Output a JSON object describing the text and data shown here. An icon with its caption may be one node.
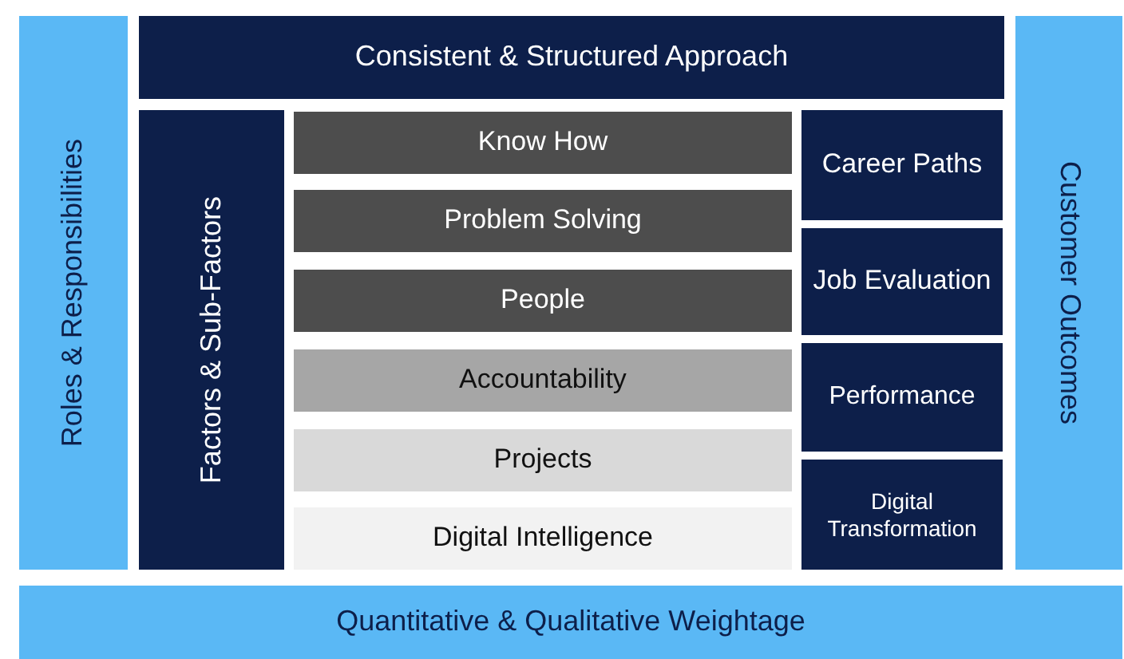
{
  "diagram": {
    "nodes": [
      {
        "text": [
          "Consistent & Structured Approach"
        ]
      },
      {
        "text": [
          "Roles & Responsibilities"
        ]
      },
      {
        "text": [
          "Factors & Sub-Factors"
        ]
      },
      {
        "text": [
          "Know How"
        ]
      },
      {
        "text": [
          "Problem Solving"
        ]
      },
      {
        "text": [
          "People"
        ]
      },
      {
        "text": [
          "Accountability"
        ]
      },
      {
        "text": [
          "Projects"
        ]
      },
      {
        "text": [
          "Digital Intelligence"
        ]
      },
      {
        "text": [
          "Career Paths"
        ]
      },
      {
        "text": [
          "Job Evaluation"
        ]
      },
      {
        "text": [
          "Performance"
        ]
      },
      {
        "text": [
          "Digital Transformation"
        ]
      },
      {
        "text": [
          "Customer Outcomes"
        ]
      },
      {
        "text": [
          "Quantitative & Qualitative Weightage"
        ]
      }
    ]
  }
}
